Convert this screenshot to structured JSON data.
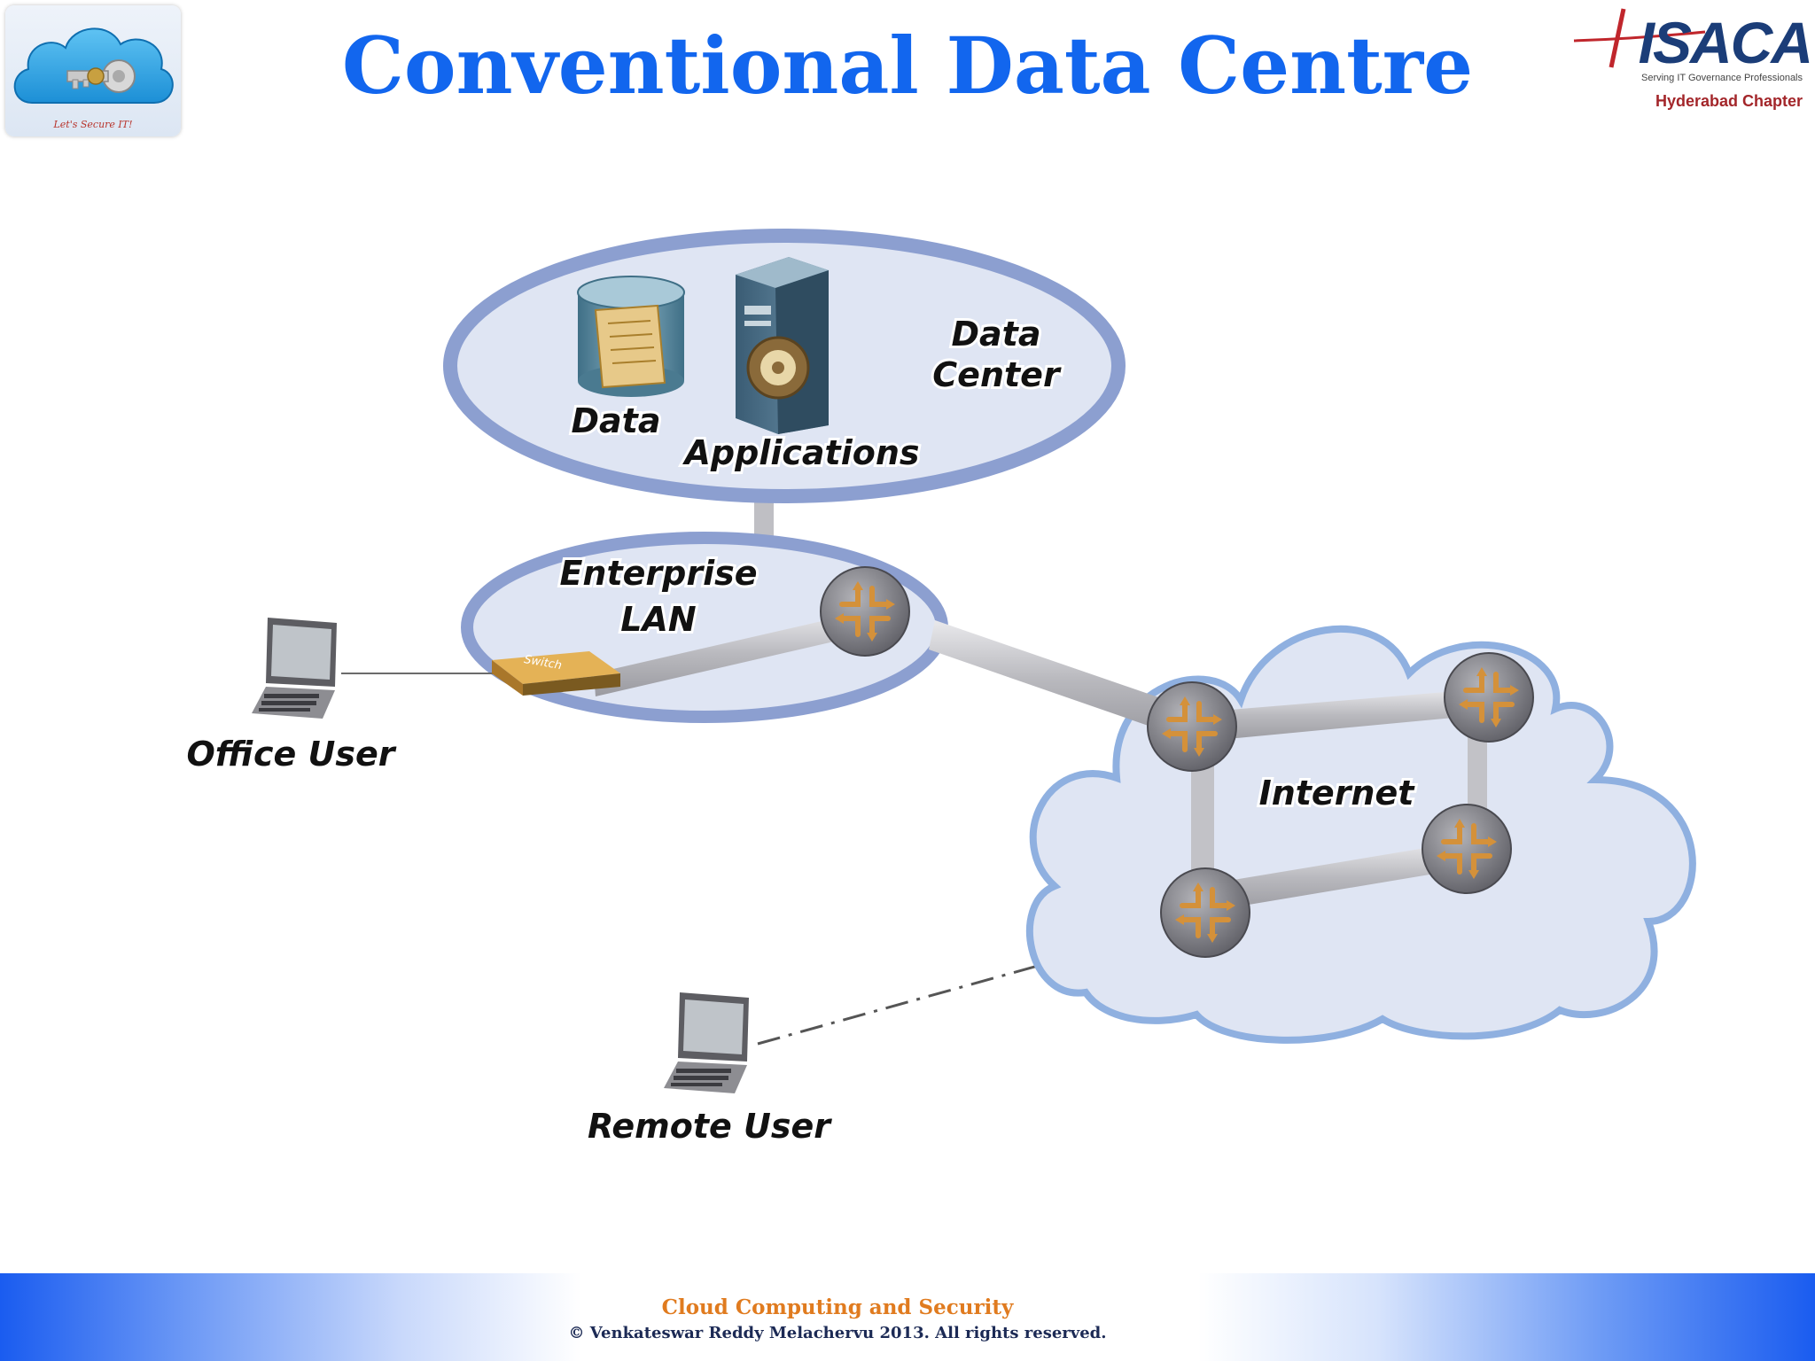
{
  "slide": {
    "title": "Conventional Data Centre"
  },
  "logos": {
    "left_tagline": "Let's Secure IT!",
    "isaca_name": "ISACA",
    "isaca_tagline": "Serving IT Governance Professionals",
    "isaca_chapter": "Hyderabad Chapter"
  },
  "diagram": {
    "data_center_label_line1": "Data",
    "data_center_label_line2": "Center",
    "data_label": "Data",
    "applications_label": "Applications",
    "lan_label_line1": "Enterprise",
    "lan_label_line2": "LAN",
    "switch_label": "Switch",
    "office_user_label": "Office User",
    "internet_label": "Internet",
    "remote_user_label": "Remote User"
  },
  "footer": {
    "course": "Cloud Computing and Security",
    "copyright": "©  Venkateswar Reddy Melachervu 2013. All rights reserved."
  },
  "colors": {
    "title": "#1266ee",
    "ellipse_fill": "#dfe5f3",
    "ellipse_stroke": "#8c9fd0",
    "cloud_stroke": "#8fb0e0",
    "router": "#8a8a90",
    "router_arrows": "#d4913a",
    "footer_accent": "#e07b1f"
  }
}
